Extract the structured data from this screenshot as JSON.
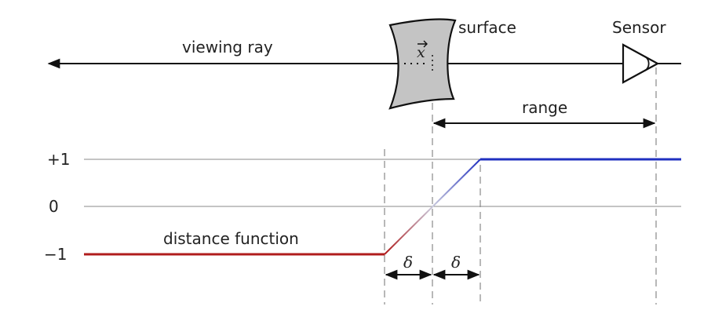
{
  "labels": {
    "viewing_ray": "viewing ray",
    "surface": "surface",
    "sensor": "Sensor",
    "point": "x",
    "range": "range",
    "distance_function": "distance function",
    "delta_left": "δ",
    "delta_right": "δ"
  },
  "axis": {
    "ticks": [
      "+1",
      "0",
      "−1"
    ]
  },
  "colors": {
    "negative": "#b01c1c",
    "positive": "#2030c0",
    "surface_fill": "#c4c4c4",
    "line": "#111111"
  }
}
